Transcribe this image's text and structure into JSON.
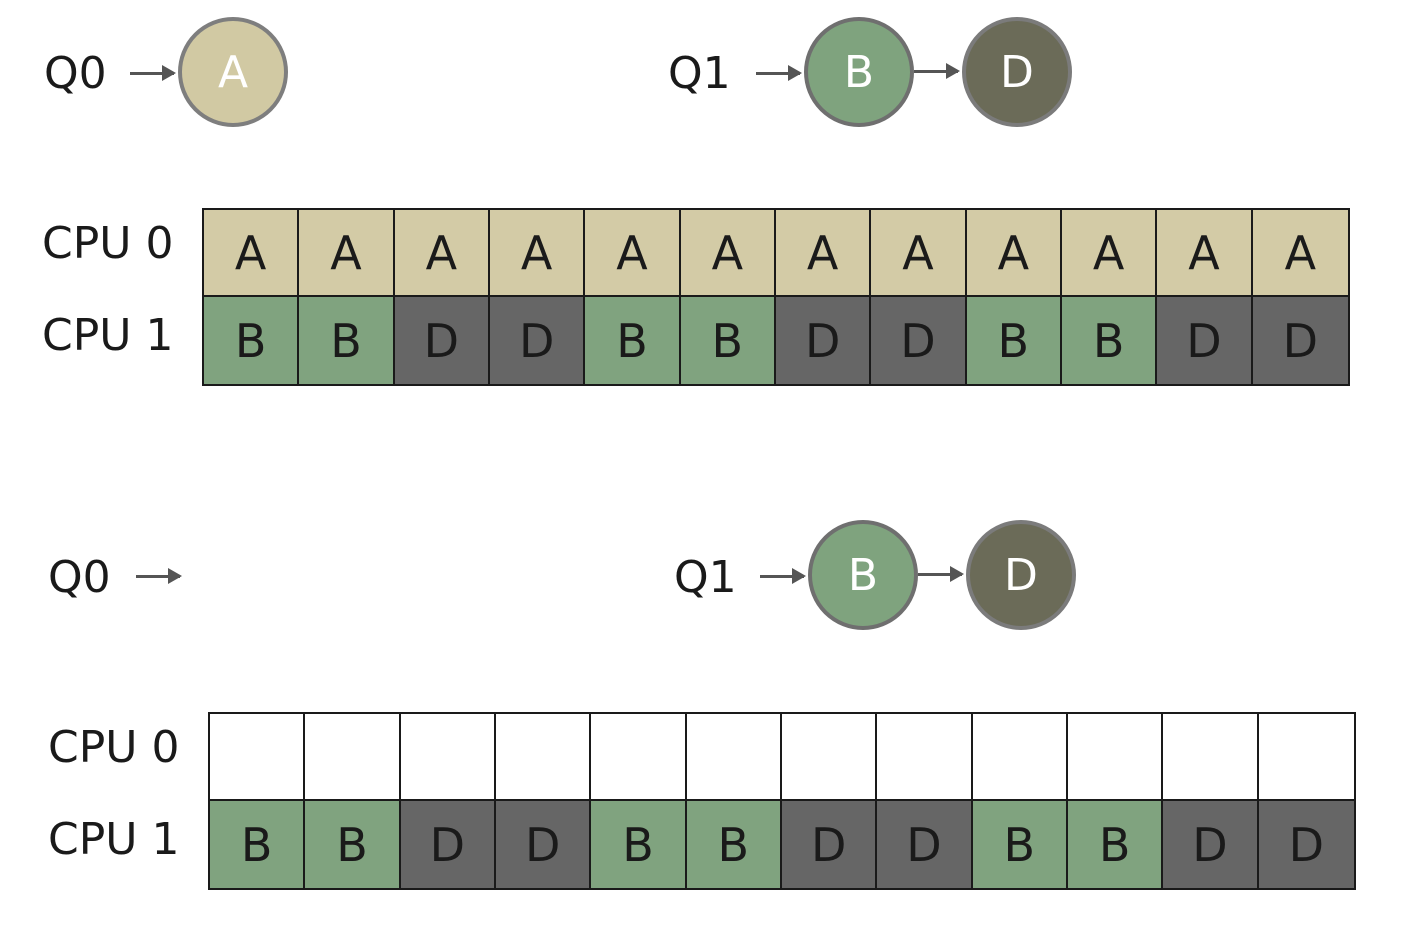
{
  "top": {
    "q0": {
      "label": "Q0",
      "nodes": [
        {
          "text": "A",
          "kind": "a"
        }
      ]
    },
    "q1": {
      "label": "Q1",
      "nodes": [
        {
          "text": "B",
          "kind": "b"
        },
        {
          "text": "D",
          "kind": "d"
        }
      ]
    },
    "cpu0": {
      "label": "CPU 0",
      "cells": [
        "A",
        "A",
        "A",
        "A",
        "A",
        "A",
        "A",
        "A",
        "A",
        "A",
        "A",
        "A"
      ]
    },
    "cpu1": {
      "label": "CPU 1",
      "cells": [
        "B",
        "B",
        "D",
        "D",
        "B",
        "B",
        "D",
        "D",
        "B",
        "B",
        "D",
        "D"
      ]
    }
  },
  "bottom": {
    "q0": {
      "label": "Q0",
      "nodes": []
    },
    "q1": {
      "label": "Q1",
      "nodes": [
        {
          "text": "B",
          "kind": "b"
        },
        {
          "text": "D",
          "kind": "d"
        }
      ]
    },
    "cpu0": {
      "label": "CPU 0",
      "cells": [
        "",
        "",
        "",
        "",
        "",
        "",
        "",
        "",
        "",
        "",
        "",
        ""
      ]
    },
    "cpu1": {
      "label": "CPU 1",
      "cells": [
        "B",
        "B",
        "D",
        "D",
        "B",
        "B",
        "D",
        "D",
        "B",
        "B",
        "D",
        "D"
      ]
    }
  },
  "colors": {
    "a": "#d3cba6",
    "b": "#80a37f",
    "d": "#666666",
    "empty": "#ffffff"
  }
}
